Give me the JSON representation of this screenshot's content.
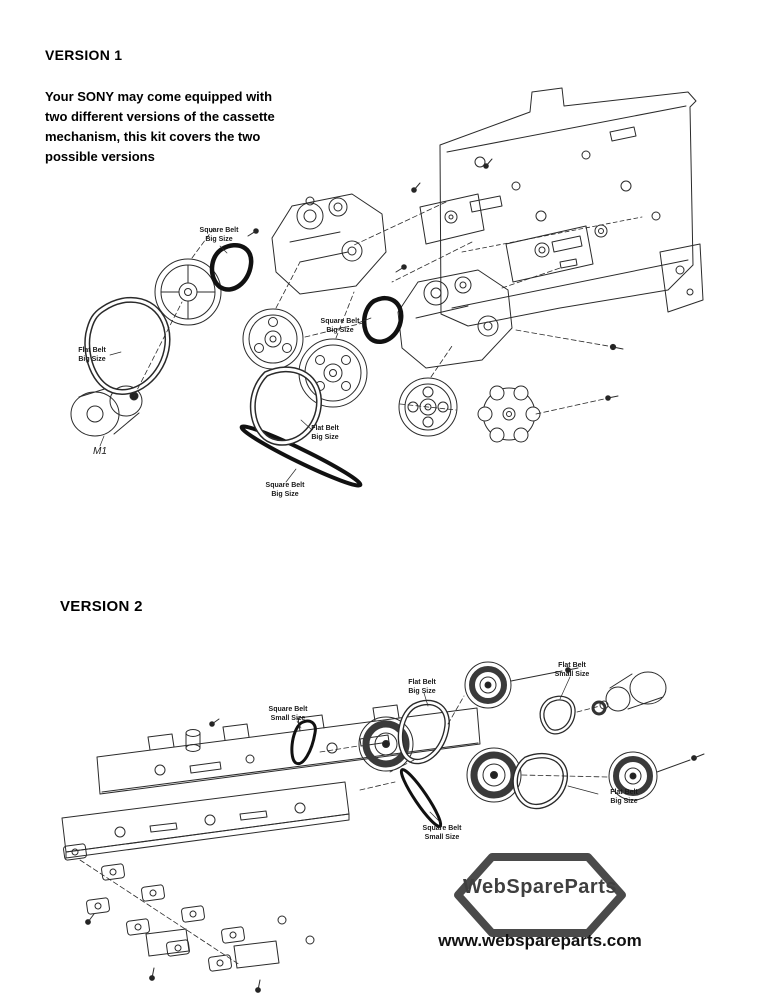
{
  "version1": {
    "title": "VERSION 1",
    "description": "Your SONY may come equipped with\ntwo different versions of the cassette\nmechanism, this kit covers the two\npossible versions",
    "labels": [
      "Square Belt\nBig Size",
      "Square Belt\nBig Size",
      "Flat Belt\nBig Size",
      "Flat Belt\nBig Size",
      "Square Belt\nBig Size"
    ],
    "motor_label": "M1"
  },
  "version2": {
    "title": "VERSION 2",
    "labels": [
      "Square Belt\nSmall Size",
      "Flat Belt\nBig Size",
      "Flat Belt\nSmall Size",
      "Flat Belt\nBig Size",
      "Square Belt\nSmall Size"
    ]
  },
  "branding": {
    "logo_text": "WebSpareParts",
    "website": "www.webspareparts.com"
  },
  "colors": {
    "line_art": "#2b2b2b",
    "belt_black": "#111111",
    "logo_gray": "#4a4a4a"
  }
}
